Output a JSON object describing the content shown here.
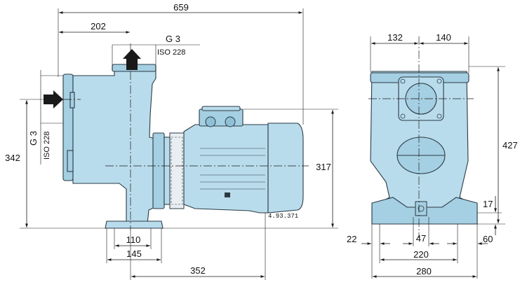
{
  "colors": {
    "body": "#b9dcec",
    "body_dark": "#a5cfe2",
    "outline": "#2a3a44",
    "line": "#1a1a1a",
    "arrow": "#1a1a1a"
  },
  "side_view": {
    "dim_overall_length": "659",
    "dim_suction_to_outlet": "202",
    "outlet_thread": "G 3",
    "outlet_standard": "ISO 228",
    "inlet_thread": "G 3",
    "inlet_standard": "ISO 228",
    "dim_height": "342",
    "dim_motor_height": "317",
    "dim_foot_inner": "110",
    "dim_foot_outer": "145",
    "dim_foot_to_motor": "352",
    "drawing_code": "4.93.371"
  },
  "front_view": {
    "dim_left_half": "132",
    "dim_right_half": "140",
    "dim_height": "427",
    "dim_foot_height": "17",
    "dim_foot_left": "22",
    "dim_center_slot": "47",
    "dim_foot_right": "60",
    "dim_foot_holes": "220",
    "dim_base_width": "280"
  }
}
